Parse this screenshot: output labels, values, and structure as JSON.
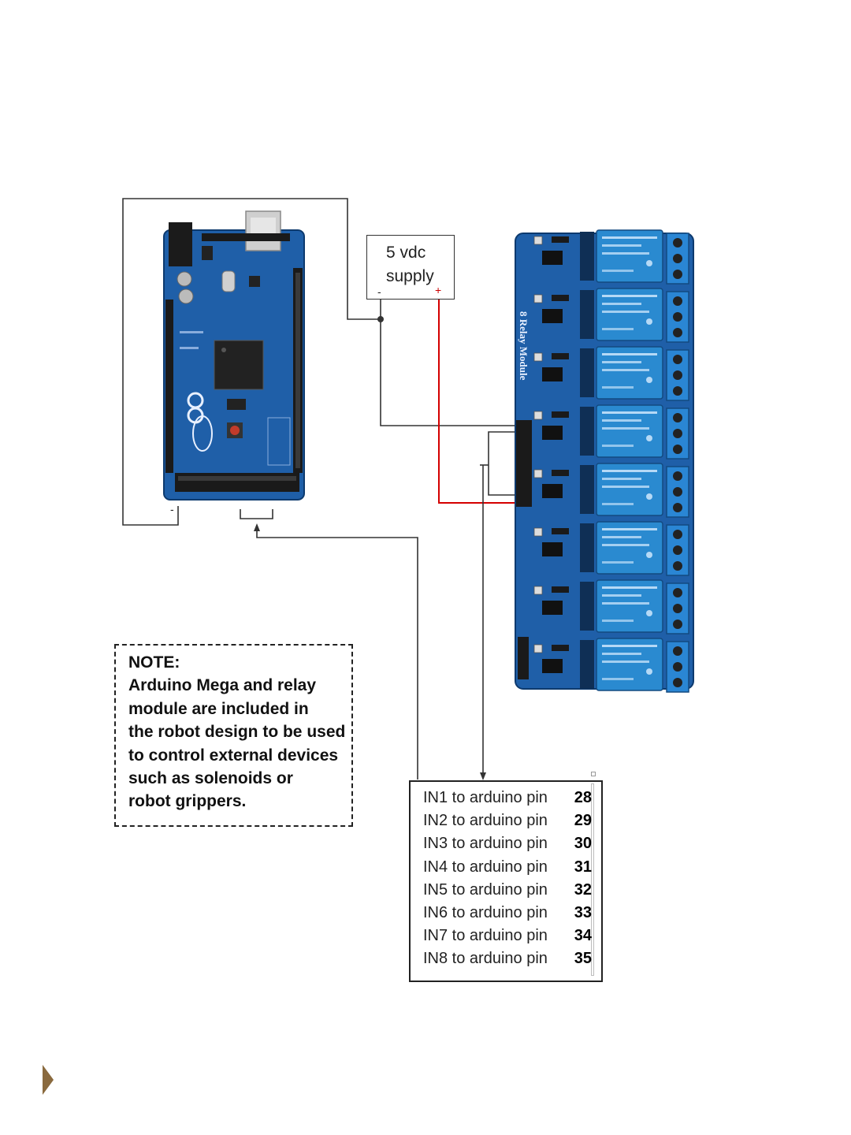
{
  "supply": {
    "label": "5 vdc\nsupply",
    "neg": "-",
    "pos": "+"
  },
  "arduino": {
    "ground_mark": "-"
  },
  "relay_module": {
    "silkscreen": "8 Relay Module"
  },
  "note": {
    "lines": [
      "NOTE:",
      "Arduino Mega and relay",
      "module are included in",
      "the robot design to be used",
      "to control external devices",
      "such as solenoids or",
      "robot grippers."
    ]
  },
  "pin_map": [
    {
      "text": "IN1  to arduino pin",
      "pin": "28"
    },
    {
      "text": "IN2 to arduino pin",
      "pin": "29"
    },
    {
      "text": "IN3 to arduino pin",
      "pin": "30"
    },
    {
      "text": "IN4 to arduino pin",
      "pin": "31"
    },
    {
      "text": "IN5 to arduino pin",
      "pin": "32"
    },
    {
      "text": "IN6 to arduino pin",
      "pin": "33"
    },
    {
      "text": "IN7 to arduino pin",
      "pin": "34"
    },
    {
      "text": "IN8 to arduino pin",
      "pin": "35"
    }
  ],
  "colors": {
    "wire": "#333333",
    "positive_wire": "#d40000",
    "board_blue": "#1f5fa8",
    "relay_blue": "#2a8ad0",
    "page_marker": "#8a6a3e"
  }
}
